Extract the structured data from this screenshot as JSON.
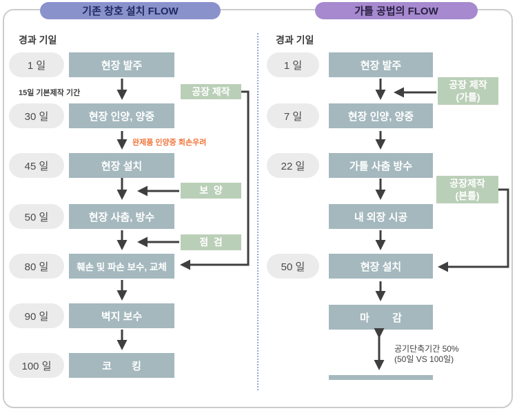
{
  "headers": {
    "left_title": "기존 창호 설치 FLOW",
    "right_title": "가틀 공법의 FLOW"
  },
  "colors": {
    "left_header_bg": "#8a92cc",
    "right_header_bg": "#a689ce",
    "step_box": "#a4b8be",
    "green_box": "#bacfb7",
    "day_pill": "#ebebeb",
    "arrow": "#3f3f3f",
    "warning_text": "#f0763c",
    "divider_dots": "#96a2d4"
  },
  "left_flow": {
    "elapsed_label": "경과 기일",
    "production_note": "15일 기본제작 기간",
    "warning": "완제품 인양중 회손우려",
    "steps": [
      {
        "day": "1 일",
        "label": "현장 발주"
      },
      {
        "day": "30 일",
        "label": "현장 인양, 양중"
      },
      {
        "day": "45 일",
        "label": "현장 설치"
      },
      {
        "day": "50 일",
        "label": "현장 사춤, 방수"
      },
      {
        "day": "80 일",
        "label": "훼손 및 파손 보수, 교체"
      },
      {
        "day": "90 일",
        "label": "벽지 보수"
      },
      {
        "day": "100 일",
        "label": "코       킹"
      }
    ],
    "side_boxes": {
      "factory": "공장 제작",
      "protection": "보  양",
      "inspection": "점  검"
    }
  },
  "right_flow": {
    "elapsed_label": "경과 기일",
    "steps": [
      {
        "day": "1 일",
        "label": "현장 발주"
      },
      {
        "day": "7 일",
        "label": "현장 인양, 양중"
      },
      {
        "day": "22 일",
        "label": "가틀 사춤 방수"
      },
      {
        "day": "",
        "label": "내 외장 시공"
      },
      {
        "day": "50 일",
        "label": "현장 설치"
      },
      {
        "day": "",
        "label": "마        감"
      }
    ],
    "side_boxes": {
      "factory_temp_line1": "공장 제작",
      "factory_temp_line2": "(가틀)",
      "factory_main_line1": "공장제작",
      "factory_main_line2": "(본틀)"
    },
    "duration_note_line1": "공기단축기간 50%",
    "duration_note_line2": "(50일 VS 100일)"
  }
}
